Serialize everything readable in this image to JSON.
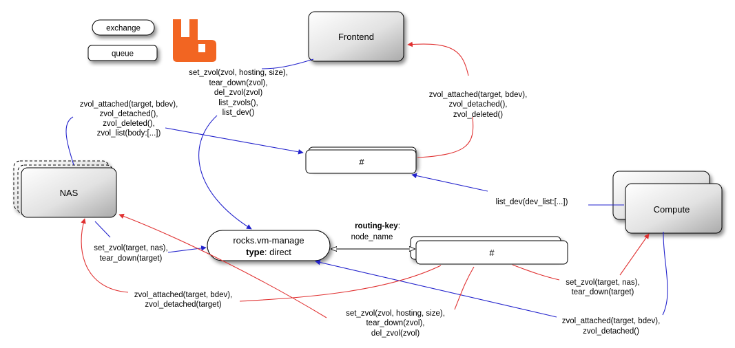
{
  "legend": {
    "exchange": "exchange",
    "queue": "queue"
  },
  "nodes": {
    "frontend": "Frontend",
    "nas": "NAS",
    "compute": "Compute",
    "exchange_name": "rocks.vm-manage",
    "exchange_type_key": "type",
    "exchange_type_value": ": direct",
    "queue_top": "#",
    "queue_bottom": "#"
  },
  "routing": {
    "key_label": "routing-key",
    "colon": ":",
    "key_value": "node_name"
  },
  "labels": {
    "frontend_calls": [
      "set_zvol(zvol, hosting, size),",
      "tear_down(zvol),",
      "del_zvol(zvol)",
      "list_zvols(),",
      "list_dev()"
    ],
    "nas_events_top": [
      "zvol_attached(target, bdev),",
      "zvol_detached(),",
      "zvol_deleted(),",
      "zvol_list(body:[...])"
    ],
    "frontend_events": [
      "zvol_attached(target, bdev),",
      "zvol_detached(),",
      "zvol_deleted()"
    ],
    "list_dev": [
      "list_dev(dev_list:[...])"
    ],
    "nas_calls": [
      "set_zvol(target, nas),",
      "tear_down(target)"
    ],
    "nas_events_bottom": [
      "zvol_attached(target, bdev),",
      "zvol_detached(target)"
    ],
    "queue_calls": [
      "set_zvol(zvol, hosting, size),",
      "tear_down(zvol),",
      "del_zvol(zvol)"
    ],
    "compute_calls": [
      "set_zvol(target, nas),",
      "tear_down(target)"
    ],
    "compute_events": [
      "zvol_attached(target, bdev),",
      "zvol_detached()"
    ]
  },
  "colors": {
    "request_line": "#2222cc",
    "response_line": "#e03030",
    "logo": "#f26522"
  },
  "icons": {
    "logo": "rabbitmq-logo"
  }
}
